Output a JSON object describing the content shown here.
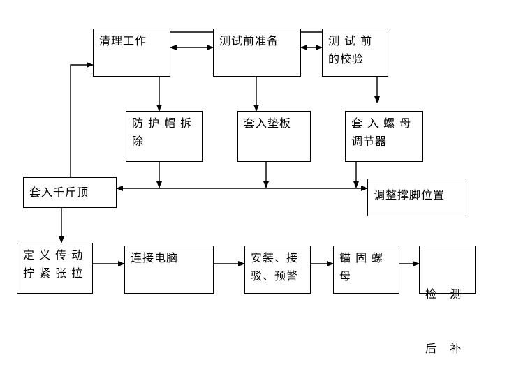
{
  "nodes": {
    "qingli": {
      "lines": [
        "清理工作"
      ]
    },
    "ceshi": {
      "lines": [
        "测试前准备"
      ]
    },
    "jiaoyan": {
      "lines": [
        "测 试 前",
        "的校验"
      ]
    },
    "fanghu": {
      "lines": [
        "防 护 帽 拆",
        "除"
      ]
    },
    "dianban": {
      "lines": [
        "套入垫板"
      ]
    },
    "luomu": {
      "lines": [
        "套 入 螺 母",
        "调节器"
      ]
    },
    "qianjin": {
      "lines": [
        "套入千斤顶"
      ]
    },
    "tiaozheng": {
      "lines": [
        "调整撑脚位置"
      ]
    },
    "dingyi": {
      "lines": [
        "定 义 传 动",
        "拧 紧 张 拉"
      ]
    },
    "lianjie": {
      "lines": [
        "连接电脑"
      ]
    },
    "anzhuang": {
      "lines": [
        "安装、接",
        "驳、预警"
      ]
    },
    "maogu": {
      "lines": [
        "锚 固 螺",
        "母"
      ]
    },
    "jiance": {
      "lines": [
        "检   测",
        "后   补"
      ]
    }
  }
}
